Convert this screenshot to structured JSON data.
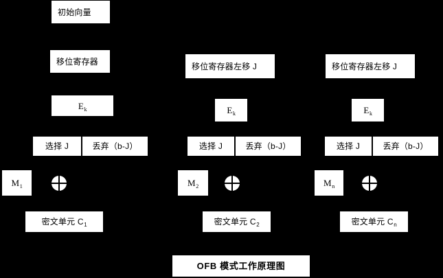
{
  "diagram": {
    "title": "OFB 模式工作原理图",
    "background_color": "#000000",
    "box_color": "#ffffff",
    "text_color": "#000000",
    "initial_vector": "初始向量",
    "xor_symbol_name": "xor-circle",
    "columns": [
      {
        "index": 1,
        "register": "移位寄存器",
        "encrypt": "E",
        "encrypt_sub": "k",
        "select": "选择 J",
        "discard": "丢弃（b-J）",
        "message": "M",
        "message_sub": "1",
        "ciphertext": "密文单元 C",
        "ciphertext_sub": "1"
      },
      {
        "index": 2,
        "register": "移位寄存器左移 J",
        "encrypt": "E",
        "encrypt_sub": "k",
        "select": "选择 J",
        "discard": "丢弃（b-J）",
        "message": "M",
        "message_sub": "2",
        "ciphertext": "密文单元 C",
        "ciphertext_sub": "2"
      },
      {
        "index": 3,
        "register": "移位寄存器左移 J",
        "encrypt": "E",
        "encrypt_sub": "k",
        "select": "选择 J",
        "discard": "丢弃（b-J）",
        "message": "M",
        "message_sub": "n",
        "ciphertext": "密文单元 C",
        "ciphertext_sub": "n"
      }
    ]
  }
}
